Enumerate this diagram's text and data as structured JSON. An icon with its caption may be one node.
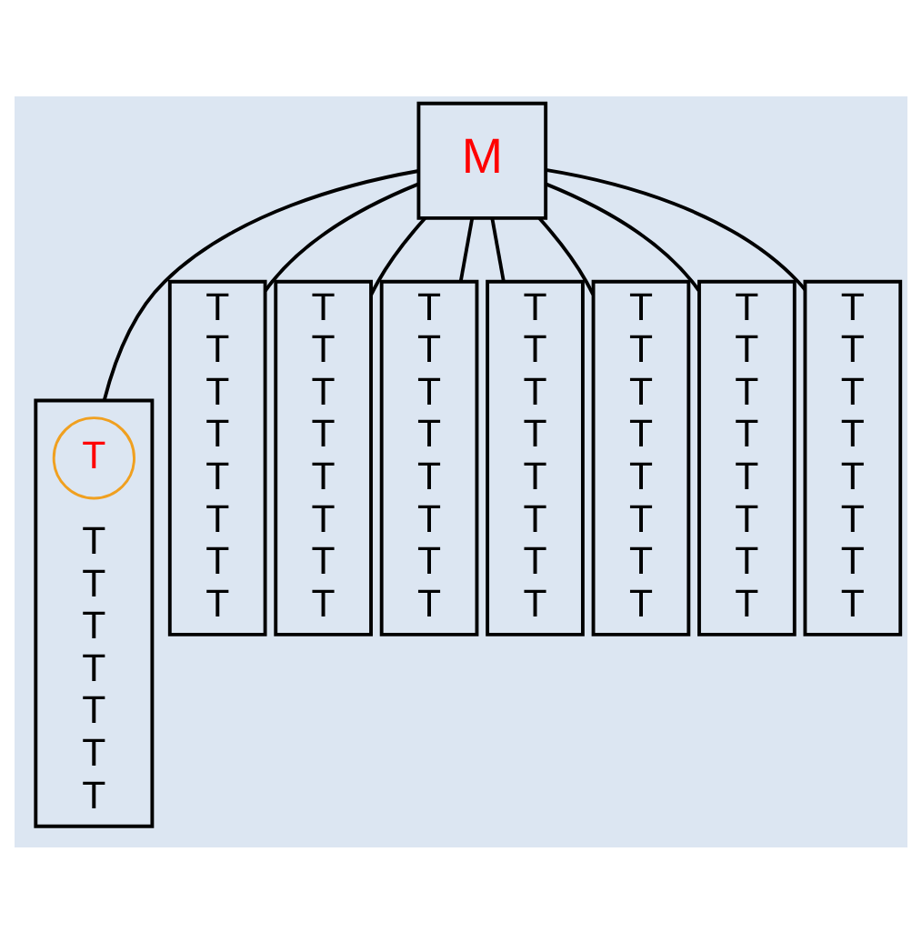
{
  "diagram": {
    "nodes": [
      {
        "text": [
          "M"
        ]
      },
      {
        "text": [
          "T",
          "T",
          "T",
          "T",
          "T",
          "T",
          "T"
        ]
      },
      {
        "text": [
          "T"
        ],
        "in": 1
      },
      {
        "text": [
          "T",
          "T",
          "T",
          "T",
          "T",
          "T",
          "T",
          "T"
        ]
      },
      {
        "text": [
          "T",
          "T",
          "T",
          "T",
          "T",
          "T",
          "T",
          "T"
        ]
      },
      {
        "text": [
          "T",
          "T",
          "T",
          "T",
          "T",
          "T",
          "T",
          "T"
        ]
      },
      {
        "text": [
          "T",
          "T",
          "T",
          "T",
          "T",
          "T",
          "T",
          "T"
        ]
      },
      {
        "text": [
          "T",
          "T",
          "T",
          "T",
          "T",
          "T",
          "T",
          "T"
        ]
      },
      {
        "text": [
          "T",
          "T",
          "T",
          "T",
          "T",
          "T",
          "T",
          "T"
        ]
      },
      {
        "text": [
          "T",
          "T",
          "T",
          "T",
          "T",
          "T",
          "T",
          "T"
        ]
      }
    ],
    "edges": [
      {
        "from": 0,
        "to": 1,
        "arrow": "none"
      },
      {
        "from": 0,
        "to": 3,
        "arrow": "none"
      },
      {
        "from": 0,
        "to": 4,
        "arrow": "none"
      },
      {
        "from": 0,
        "to": 5,
        "arrow": "none"
      },
      {
        "from": 0,
        "to": 6,
        "arrow": "none"
      },
      {
        "from": 0,
        "to": 7,
        "arrow": "none"
      },
      {
        "from": 0,
        "to": 8,
        "arrow": "none"
      },
      {
        "from": 0,
        "to": 9,
        "arrow": "none"
      }
    ]
  }
}
